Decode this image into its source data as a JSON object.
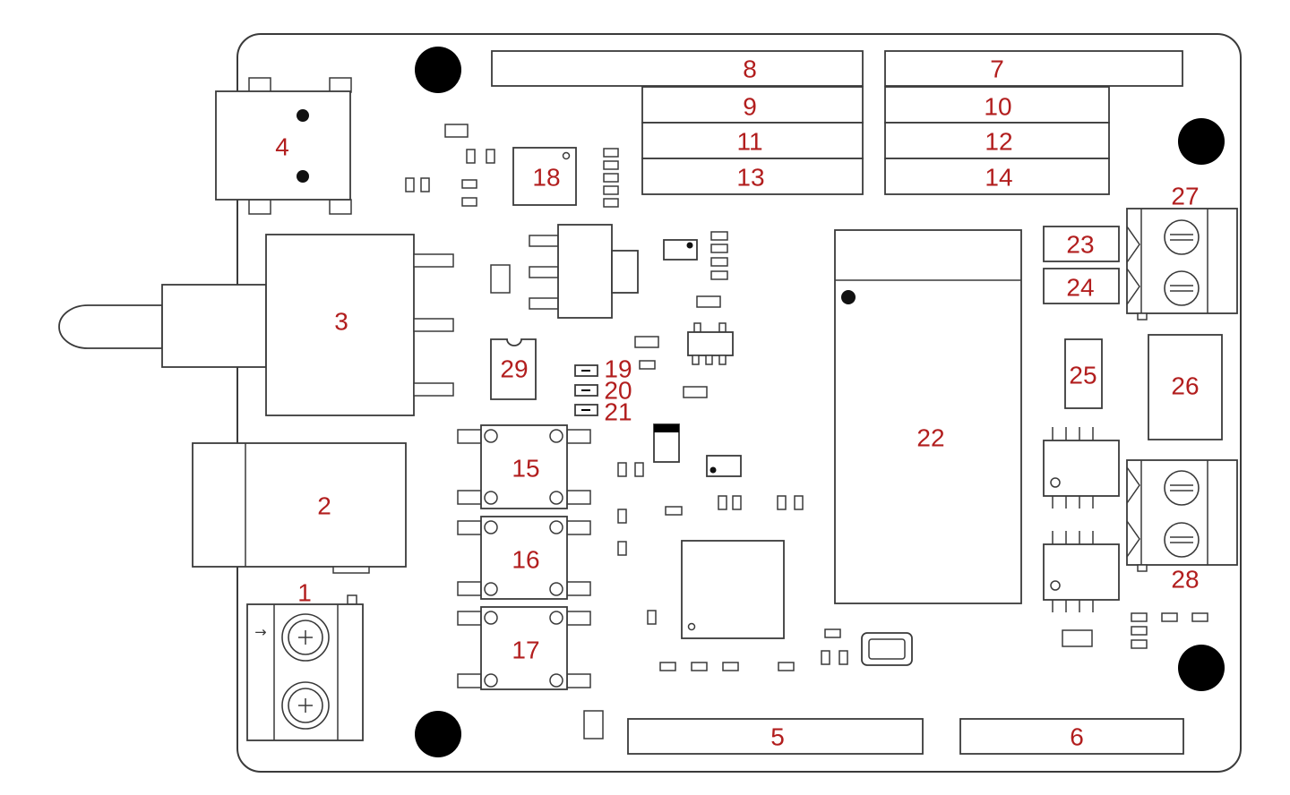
{
  "colors": {
    "label": "#b21e1e",
    "outline": "#3a3a3a",
    "mounting_hole": "#000000",
    "background": "#ffffff"
  },
  "labels": {
    "c1": "1",
    "c2": "2",
    "c3": "3",
    "c4": "4",
    "c5": "5",
    "c6": "6",
    "c7": "7",
    "c8": "8",
    "c9": "9",
    "c10": "10",
    "c11": "11",
    "c12": "12",
    "c13": "13",
    "c14": "14",
    "c15": "15",
    "c16": "16",
    "c17": "17",
    "c18": "18",
    "c19": "19",
    "c20": "20",
    "c21": "21",
    "c22": "22",
    "c23": "23",
    "c24": "24",
    "c25": "25",
    "c26": "26",
    "c27": "27",
    "c28": "28",
    "c29": "29"
  },
  "icons": {
    "terminal_arrow": "→"
  }
}
